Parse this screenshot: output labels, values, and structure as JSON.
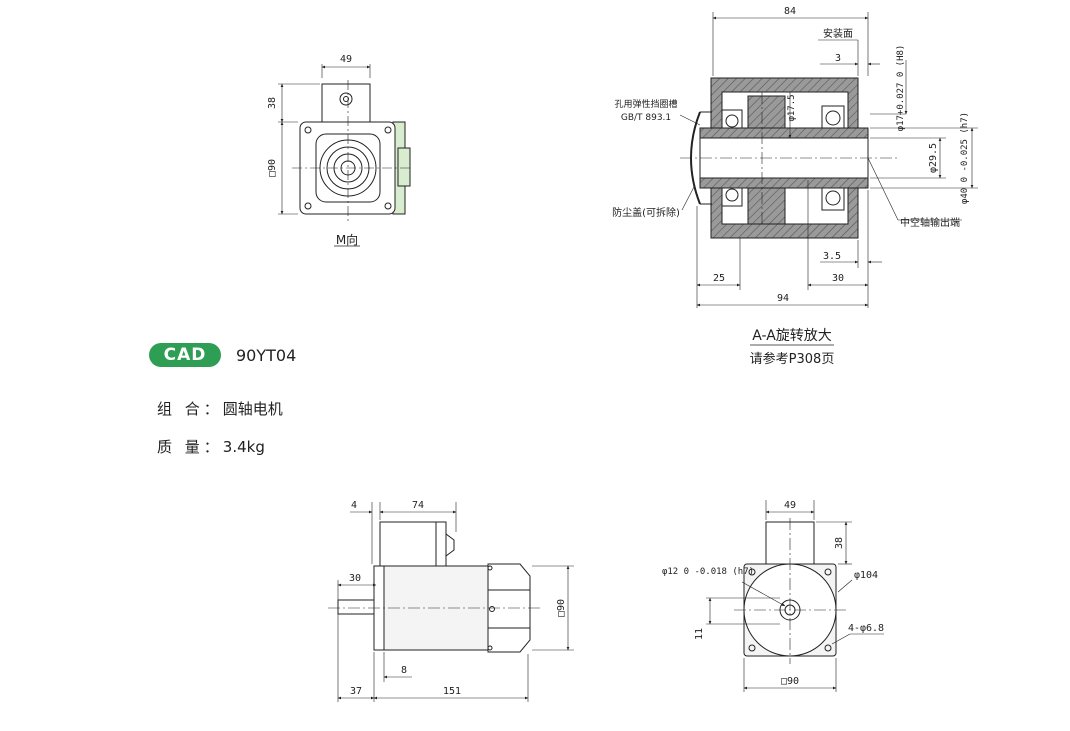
{
  "cad_badge": "CAD",
  "model": "90YT04",
  "combo": {
    "label": "组 合：",
    "value": "圆轴电机"
  },
  "mass": {
    "label": "质 量：",
    "value": "3.4kg"
  },
  "view_m": {
    "caption": "M向",
    "width": "49",
    "height_top": "38",
    "square": "□90"
  },
  "section": {
    "title": "A-A旋转放大",
    "subtitle": "请参考P308页",
    "dim_84": "84",
    "mount_face": "安装面",
    "dim_3": "3",
    "bore_fit": "φ17+0.027 0 (H8)",
    "dim_175": "φ17.5",
    "dim_295": "φ29.5",
    "shaft_fit": "φ40 0 -0.025 (h7)",
    "snap_ring_1": "孔用弹性挡圈槽",
    "snap_ring_2": "GB/T 893.1",
    "dust_cover": "防尘盖(可拆除)",
    "hollow_exit": "中空轴输出端",
    "dim_35": "3.5",
    "dim_25": "25",
    "dim_30": "30",
    "dim_94": "94"
  },
  "side_view": {
    "dim_4": "4",
    "dim_74": "74",
    "dim_30": "30",
    "dim_90": "□90",
    "dim_8": "8",
    "dim_37": "37",
    "dim_151": "151"
  },
  "front_view": {
    "dim_49": "49",
    "dim_38": "38",
    "dim_104": "φ104",
    "shaft_fit": "φ12 0 -0.018 (h7)",
    "dim_11": "11",
    "holes": "4-φ6.8",
    "square": "□90"
  }
}
